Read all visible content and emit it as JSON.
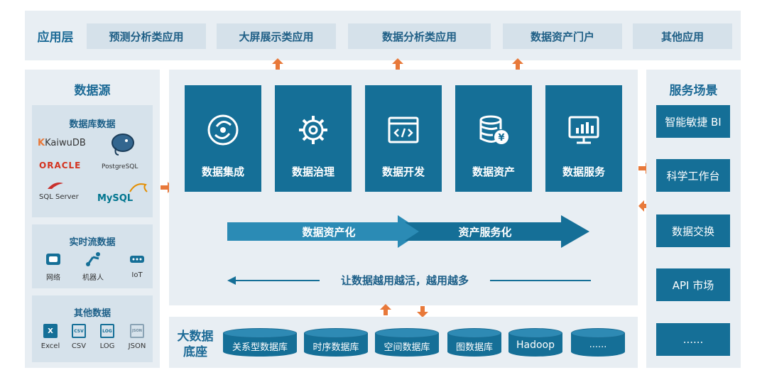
{
  "app_layer": {
    "title": "应用层",
    "items": [
      "预测分析类应用",
      "大屏展示类应用",
      "数据分析类应用",
      "数据资产门户",
      "其他应用"
    ]
  },
  "data_source": {
    "title": "数据源",
    "db": {
      "title": "数据库数据",
      "logos": [
        "KaiwuDB",
        "ORACLE",
        "PostgreSQL",
        "SQL Server",
        "MySQL"
      ]
    },
    "stream": {
      "title": "实时流数据",
      "items": [
        "网络",
        "机器人",
        "IoT"
      ]
    },
    "other": {
      "title": "其他数据",
      "items": [
        "Excel",
        "CSV",
        "LOG",
        "JSON"
      ],
      "icon_tags": [
        "X",
        "CSV",
        "LOG",
        "JSON"
      ]
    }
  },
  "center": {
    "tiles": [
      "数据集成",
      "数据治理",
      "数据开发",
      "数据资产",
      "数据服务"
    ],
    "arrow_left": "数据资产化",
    "arrow_right": "资产服务化",
    "back_text": "让数据越用越活，越用越多"
  },
  "services": {
    "title": "服务场景",
    "items": [
      "智能敏捷 BI",
      "科学工作台",
      "数据交换",
      "API 市场",
      "......"
    ]
  },
  "bigdata": {
    "title_line1": "大数据",
    "title_line2": "底座",
    "items": [
      "关系型数据库",
      "时序数据库",
      "空间数据库",
      "图数据库",
      "Hadoop",
      "......"
    ]
  },
  "colors": {
    "primary": "#156f97",
    "arrow": "#e8793a",
    "panel": "#e8eef3"
  }
}
